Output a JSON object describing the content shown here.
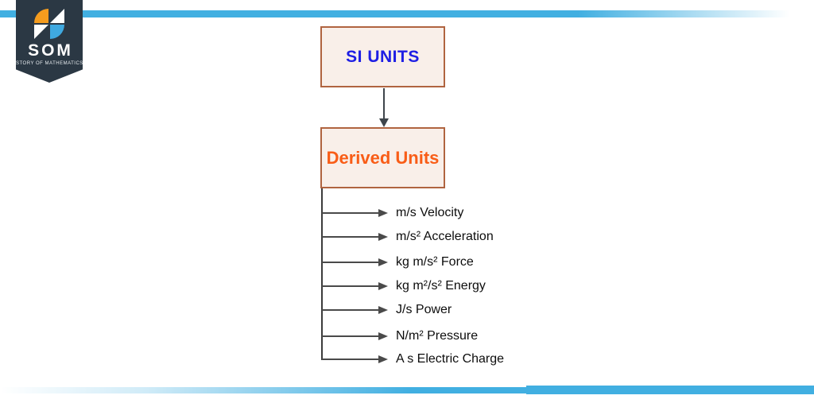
{
  "page": {
    "background": "#ffffff",
    "stripe_color": "#41afe1"
  },
  "logo": {
    "text": "SOM",
    "subtext": "STORY OF MATHEMATICS",
    "banner_color": "#2b3844",
    "pinwheel_orange": "#f59c1e",
    "pinwheel_blue": "#3fa9e0"
  },
  "diagram": {
    "box_fill": "#f9efe9",
    "box_border": "#b06440",
    "root": {
      "label": "SI UNITS",
      "text_color": "#1e1ee4"
    },
    "child": {
      "label": "Derived Units",
      "text_color": "#f95d17"
    },
    "connector_color": "#3e454b",
    "branch_color": "#4a4a4a",
    "items": [
      {
        "label": "m/s Velocity"
      },
      {
        "label": "m/s² Acceleration"
      },
      {
        "label": "kg m/s² Force"
      },
      {
        "label": "kg m²/s² Energy"
      },
      {
        "label": "J/s Power"
      },
      {
        "label": "N/m² Pressure"
      },
      {
        "label": "A s Electric Charge"
      }
    ]
  }
}
